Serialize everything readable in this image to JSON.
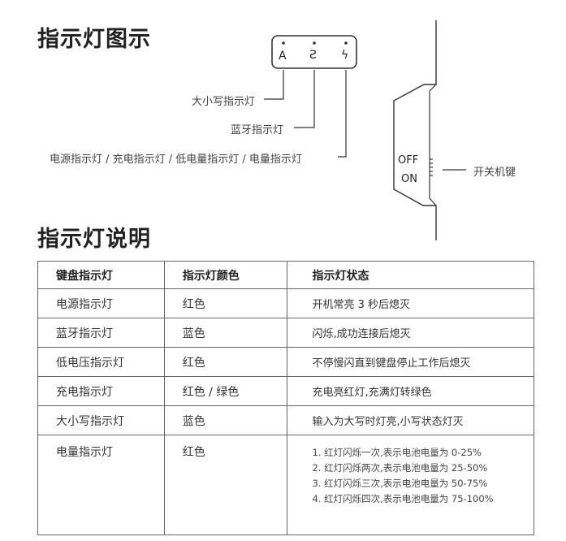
{
  "section1": {
    "title": "指示灯图示"
  },
  "indicator_panel": {
    "labels": [
      "A",
      "Ƨ",
      "ϟ"
    ]
  },
  "callouts": {
    "caps": "大小写指示灯",
    "bluetooth": "蓝牙指示灯",
    "power": "电源指示灯 / 充电指示灯 / 低电量指示灯 / 电量指示灯"
  },
  "switch": {
    "off": "OFF",
    "on": "ON",
    "label": "开关机键"
  },
  "section2": {
    "title": "指示灯说明"
  },
  "table": {
    "headers": [
      "键盘指示灯",
      "指示灯颜色",
      "指示灯状态"
    ],
    "rows": [
      [
        "电源指示灯",
        "红色",
        "开机常亮 3 秒后熄灭"
      ],
      [
        "蓝牙指示灯",
        "蓝色",
        "闪烁,成功连接后熄灭"
      ],
      [
        "低电压指示灯",
        "红色",
        "不停慢闪直到键盘停止工作后熄灭"
      ],
      [
        "充电指示灯",
        "红色 / 绿色",
        "充电亮红灯,充满灯转绿色"
      ],
      [
        "大小写指示灯",
        "蓝色",
        "输入为大写时灯亮,小写状态灯灭"
      ]
    ],
    "last_row": {
      "name": "电量指示灯",
      "color": "红色",
      "states": [
        "1. 红灯闪烁一次,表示电池电量为 0-25%",
        "2. 红灯闪烁两次,表示电池电量为 25-50%",
        "3. 红灯闪烁三次,表示电池电量为 50-75%",
        "4. 红灯闪烁四次,表示电池电量为 75-100%"
      ]
    }
  }
}
